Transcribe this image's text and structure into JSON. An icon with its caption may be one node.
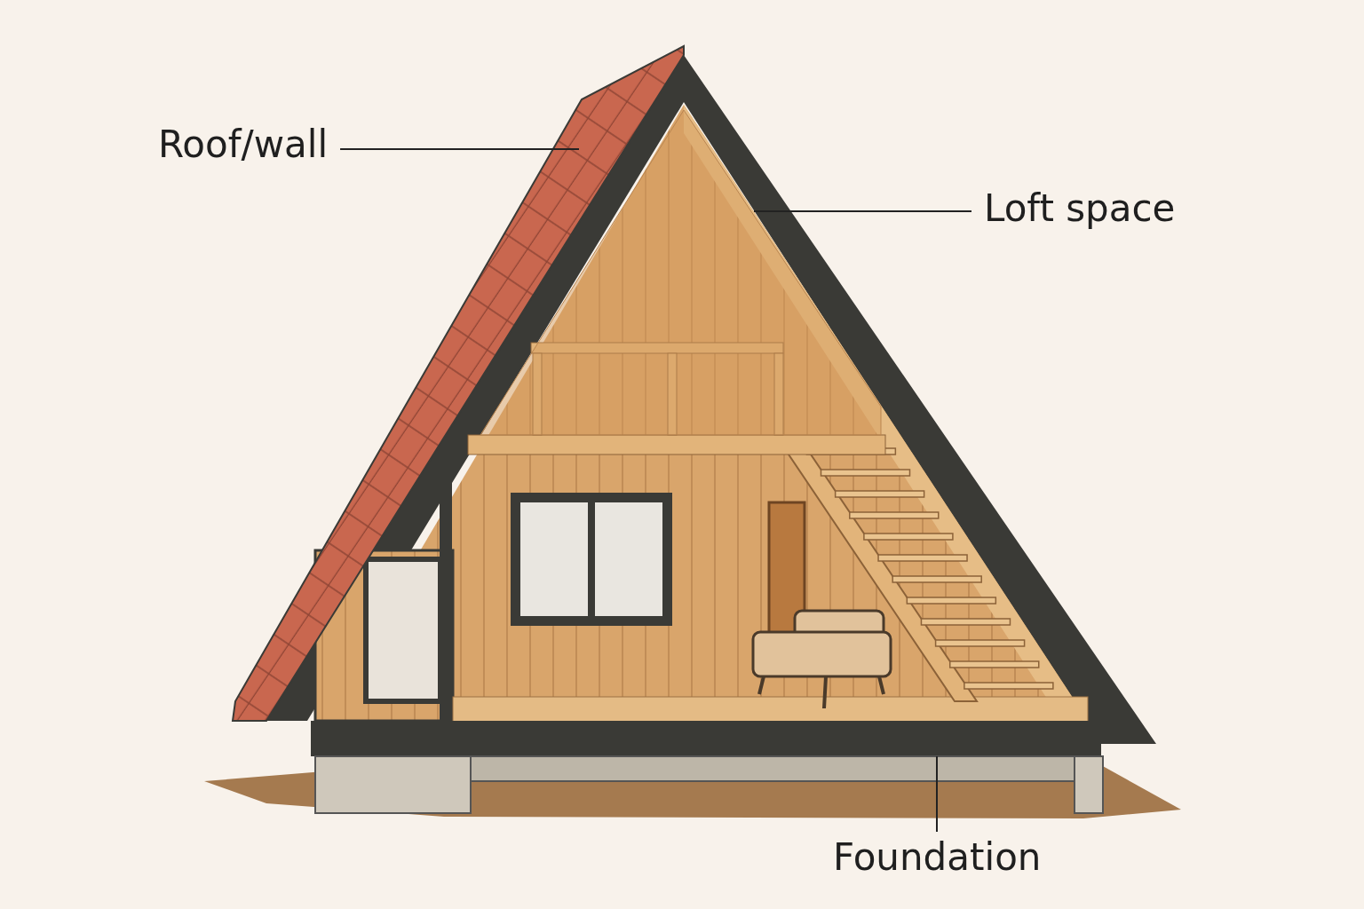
{
  "diagram": {
    "nodes": [
      {
        "text": [
          "Roof/wall"
        ]
      },
      {
        "text": [],
        "shape": "picture"
      },
      {
        "text": [
          "Loft space"
        ]
      },
      {
        "text": [],
        "shape": "picture"
      },
      {
        "text": [
          "Foundation"
        ]
      },
      {
        "text": [],
        "shape": "picture"
      }
    ],
    "edges": [
      {
        "from": 0,
        "to": 1,
        "arrow": "none"
      },
      {
        "from": 2,
        "to": 3,
        "arrow": "none"
      },
      {
        "from": 4,
        "to": 5,
        "arrow": "none"
      }
    ]
  }
}
